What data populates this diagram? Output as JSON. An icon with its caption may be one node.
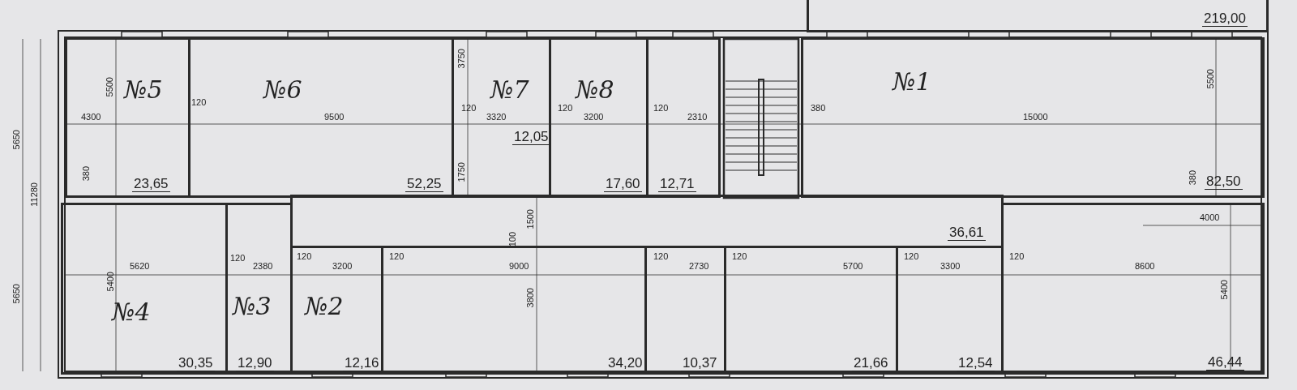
{
  "diagram": {
    "nodes": [
      {
        "text": [
          "№5",
          "23,65"
        ]
      },
      {
        "text": [
          "№6",
          "52,25"
        ]
      },
      {
        "text": [
          "№7",
          "12,05"
        ]
      },
      {
        "text": [
          "№8",
          "17,60"
        ]
      },
      {
        "text": [
          "12,71"
        ]
      },
      {
        "text": [
          "№1",
          "82,50"
        ]
      },
      {
        "text": [
          "219,00"
        ]
      },
      {
        "text": [
          "36,61"
        ]
      },
      {
        "text": [
          "№4",
          "30,35"
        ]
      },
      {
        "text": [
          "№3",
          "12,90"
        ]
      },
      {
        "text": [
          "№2",
          "12,16"
        ]
      },
      {
        "text": [
          "34,20"
        ]
      },
      {
        "text": [
          "10,37"
        ]
      },
      {
        "text": [
          "21,66"
        ]
      },
      {
        "text": [
          "12,54"
        ]
      },
      {
        "text": [
          "46,44"
        ]
      }
    ],
    "labels": [
      "5650",
      "11280",
      "5500",
      "4300",
      "120",
      "9500",
      "3750",
      "120",
      "3320",
      "120",
      "3200",
      "120",
      "2310",
      "380",
      "15000",
      "5500",
      "1750",
      "380",
      "380",
      "4000",
      "1500",
      "100",
      "5620",
      "120",
      "2380",
      "120",
      "3200",
      "120",
      "9000",
      "120",
      "2730",
      "120",
      "5700",
      "120",
      "3300",
      "120",
      "8600",
      "5400",
      "3800",
      "5400",
      "5650"
    ]
  }
}
